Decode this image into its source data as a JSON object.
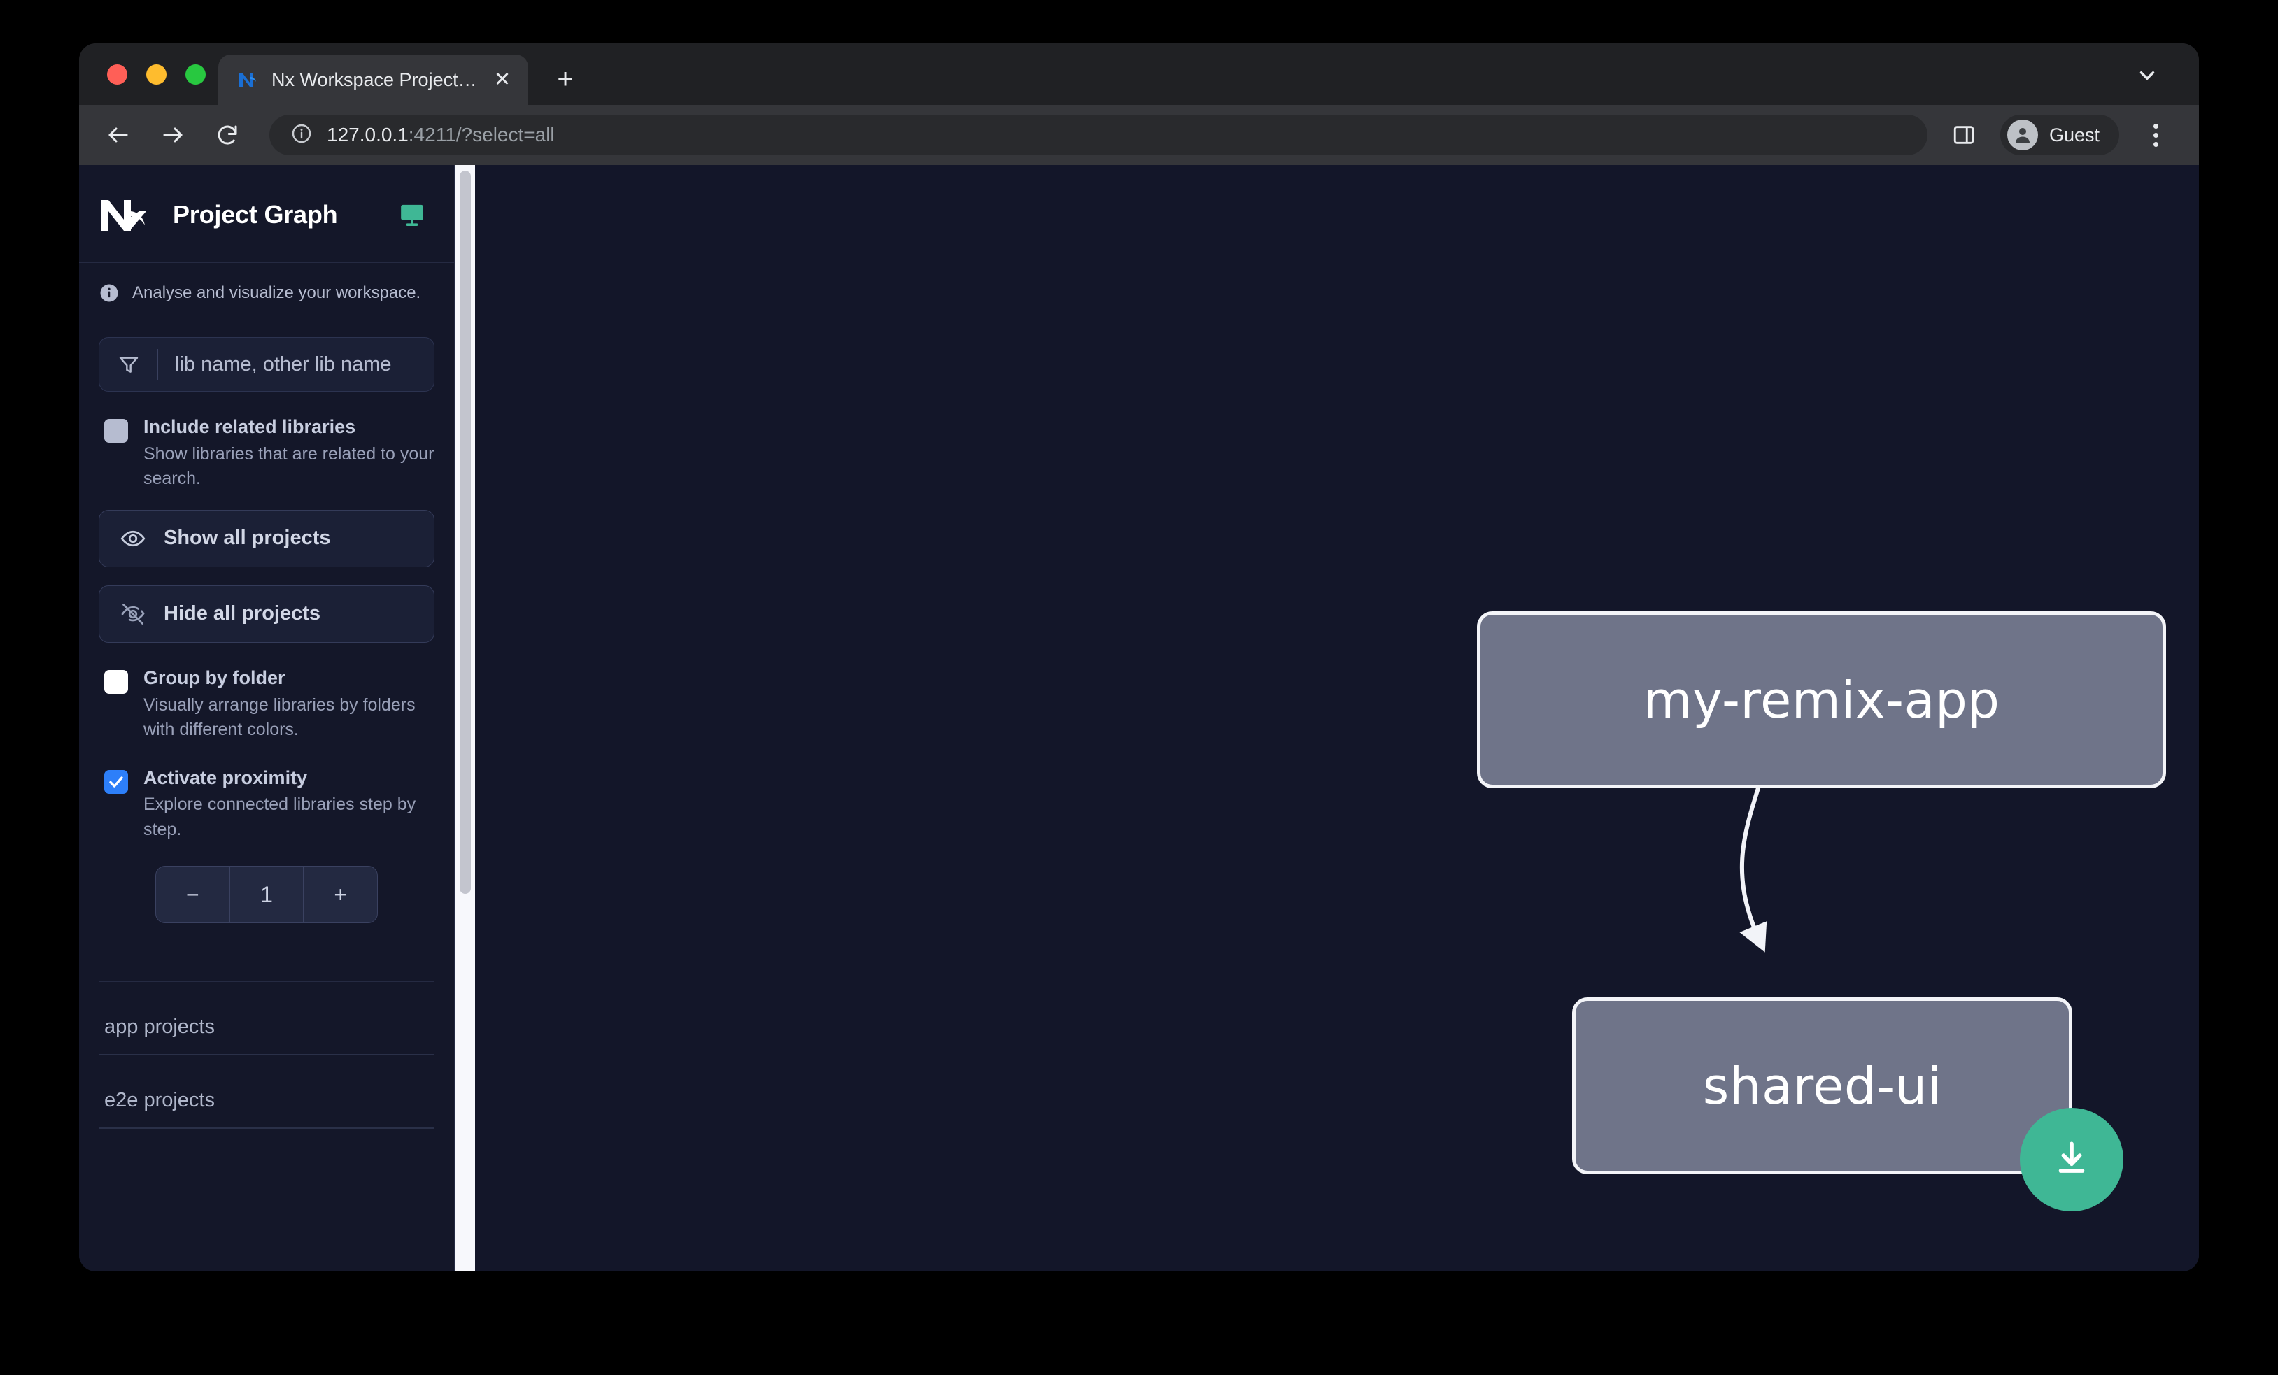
{
  "browser": {
    "tab": {
      "title": "Nx Workspace Project Graph",
      "favicon_icon": "nx-favicon-icon",
      "close_icon": "close-icon"
    },
    "new_tab_label": "+",
    "tabstrip_chevron_icon": "chevron-down-icon",
    "toolbar": {
      "back_icon": "back-arrow-icon",
      "forward_icon": "forward-arrow-icon",
      "reload_icon": "reload-icon",
      "info_icon": "info-circle-icon",
      "url_host": "127.0.0.1",
      "url_rest": ":4211/?select=all",
      "side_panel_icon": "side-panel-icon",
      "profile_icon": "account-avatar-icon",
      "profile_label": "Guest",
      "menu_icon": "kebab-menu-icon"
    },
    "window_controls": {
      "close_label": "close",
      "minimize_label": "minimize",
      "maximize_label": "maximize"
    }
  },
  "sidebar": {
    "logo_icon": "nx-logo-icon",
    "title": "Project Graph",
    "monitor_icon": "monitor-icon",
    "tagline_icon": "info-icon",
    "tagline": "Analyse and visualize your workspace.",
    "search": {
      "icon": "filter-funnel-icon",
      "placeholder": "lib name, other lib name",
      "value": ""
    },
    "options": [
      {
        "name": "include-related-libraries",
        "label": "Include related libraries",
        "description": "Show libraries that are related to your search.",
        "checked": false,
        "style": "filled"
      },
      {
        "name": "group-by-folder",
        "label": "Group by folder",
        "description": "Visually arrange libraries by folders with different colors.",
        "checked": false,
        "style": "empty"
      },
      {
        "name": "activate-proximity",
        "label": "Activate proximity",
        "description": "Explore connected libraries step by step.",
        "checked": true,
        "style": "checked"
      }
    ],
    "buttons": [
      {
        "name": "show-all-projects",
        "icon": "eye-icon",
        "label": "Show all projects"
      },
      {
        "name": "hide-all-projects",
        "icon": "eye-off-icon",
        "label": "Hide all projects"
      }
    ],
    "stepper": {
      "decrement_label": "−",
      "value": "1",
      "increment_label": "+"
    },
    "groups": [
      {
        "name": "app-projects",
        "label": "app projects"
      },
      {
        "name": "e2e-projects",
        "label": "e2e projects"
      }
    ]
  },
  "graph": {
    "nodes": [
      {
        "id": "my-remix-app",
        "label": "my-remix-app"
      },
      {
        "id": "shared-ui",
        "label": "shared-ui"
      }
    ],
    "edges": [
      {
        "from": "my-remix-app",
        "to": "shared-ui"
      }
    ],
    "download_button": {
      "icon": "download-icon",
      "color": "#3fb795"
    },
    "background_color": "#131629"
  }
}
